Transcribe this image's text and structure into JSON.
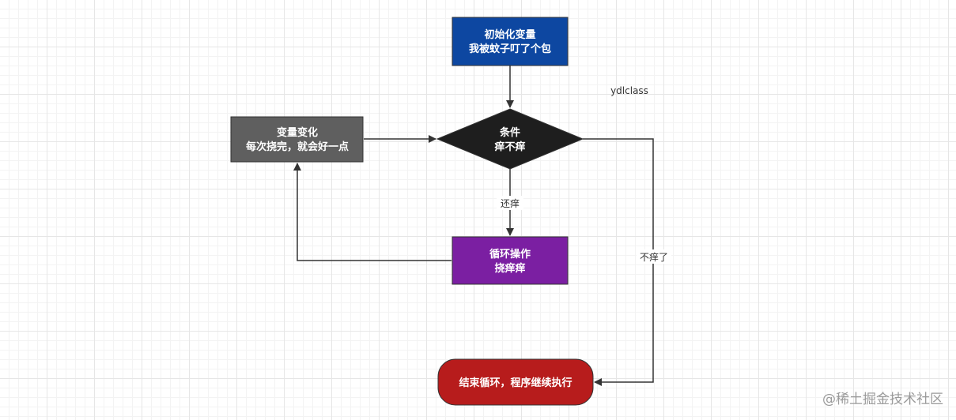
{
  "nodes": {
    "init": {
      "line1": "初始化变量",
      "line2": "我被蚊子叮了个包",
      "color": "#0d47a1"
    },
    "condition": {
      "line1": "条件",
      "line2": "痒不痒",
      "color": "#1e1e1e"
    },
    "change": {
      "line1": "变量变化",
      "line2": "每次挠完，就会好一点",
      "color": "#5f5f5f"
    },
    "loop": {
      "line1": "循环操作",
      "line2": "挠痒痒",
      "color": "#7b1fa2"
    },
    "end": {
      "line1": "结束循环，程序继续执行",
      "color": "#b71c1c"
    }
  },
  "edges": {
    "still_itchy": "还痒",
    "not_itchy": "不痒了"
  },
  "note": "ydlclass",
  "watermark": "@稀土掘金技术社区"
}
